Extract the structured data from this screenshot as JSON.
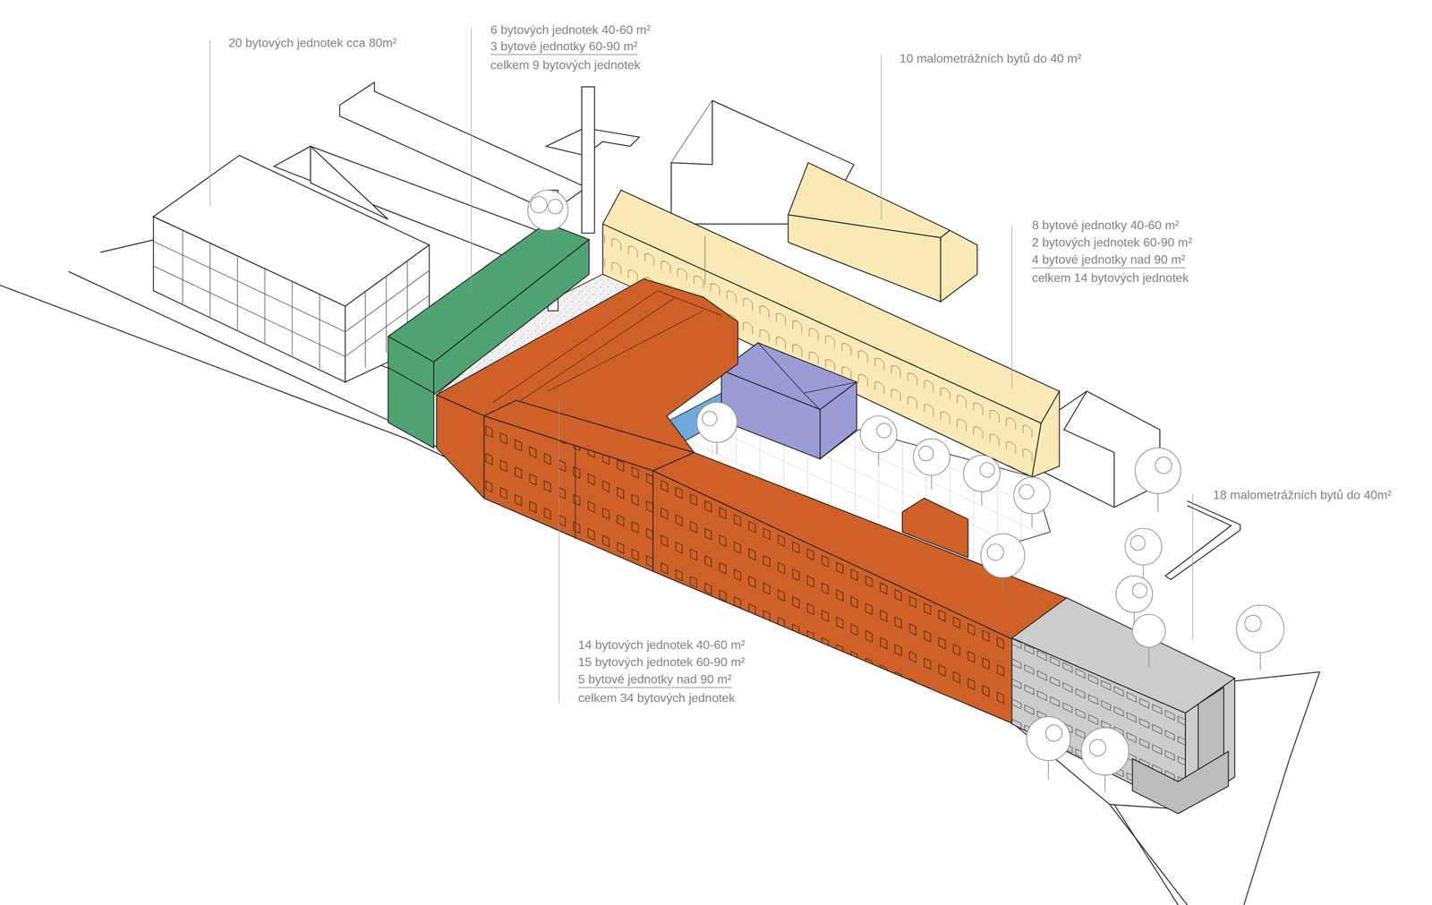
{
  "diagram": {
    "labels": [
      "20 bytových jednotek cca 80m²",
      "6 bytových jednotek 40-60 m²",
      "3 bytové jednotky 60-90 m²",
      "celkem 9 bytových jednotek",
      "10 malometrážních bytů do 40 m²",
      "8 bytové jednotky 40-60 m²",
      "2 bytových jednotek 60-90 m²",
      "4 bytové jednotky nad 90 m²",
      "celkem 14 bytových jednotek",
      "18 malometrážních bytů do 40m²",
      "14 bytových jednotek 40-60 m²",
      "15 bytových jednotek 60-90 m²",
      "5 bytové jednotky nad 90 m²",
      "celkem 34 bytových jednotek"
    ]
  }
}
